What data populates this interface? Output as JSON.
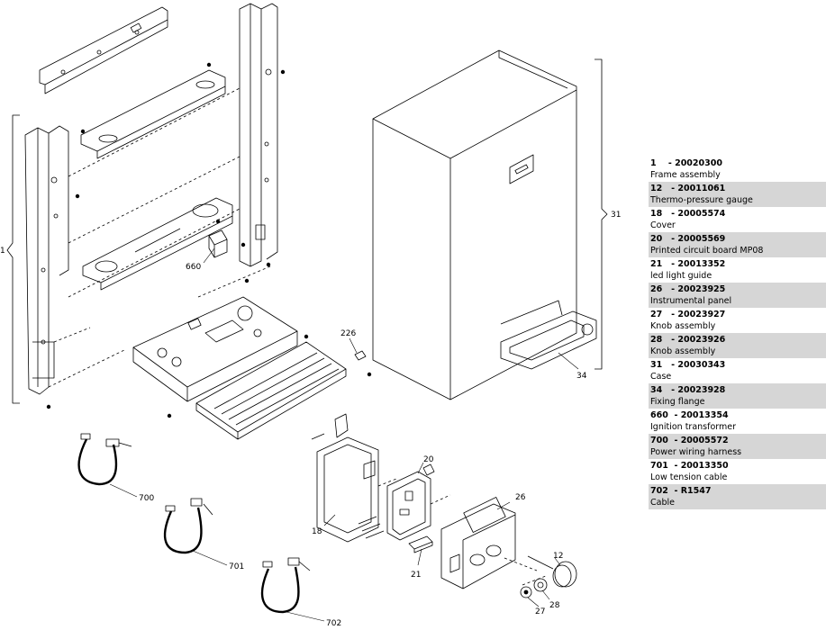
{
  "callouts": {
    "c1": "1",
    "c660": "660",
    "c226": "226",
    "c31": "31",
    "c34": "34",
    "c20": "20",
    "c18": "18",
    "c26": "26",
    "c21": "21",
    "c12": "12",
    "c28": "28",
    "c27": "27",
    "c700": "700",
    "c701": "701",
    "c702": "702"
  },
  "legend": {
    "items": [
      {
        "code": "1    - 20020300",
        "desc": "Frame assembly"
      },
      {
        "code": "12   - 20011061",
        "desc": "Thermo-pressure gauge"
      },
      {
        "code": "18   - 20005574",
        "desc": "Cover"
      },
      {
        "code": "20   - 20005569",
        "desc": "Printed circuit board MP08"
      },
      {
        "code": "21   - 20013352",
        "desc": "led light guide"
      },
      {
        "code": "26   - 20023925",
        "desc": "Instrumental panel"
      },
      {
        "code": "27   - 20023927",
        "desc": "Knob assembly"
      },
      {
        "code": "28   - 20023926",
        "desc": "Knob assembly"
      },
      {
        "code": "31   - 20030343",
        "desc": "Case"
      },
      {
        "code": "34   - 20023928",
        "desc": "Fixing flange"
      },
      {
        "code": "660  - 20013354",
        "desc": "Ignition transformer"
      },
      {
        "code": "700  - 20005572",
        "desc": "Power wiring harness"
      },
      {
        "code": "701  - 20013350",
        "desc": "Low tension cable"
      },
      {
        "code": "702  - R1547",
        "desc": "Cable"
      }
    ]
  },
  "colors": {
    "line": "#000000",
    "legend_shade": "#d6d6d6",
    "background": "#ffffff"
  }
}
